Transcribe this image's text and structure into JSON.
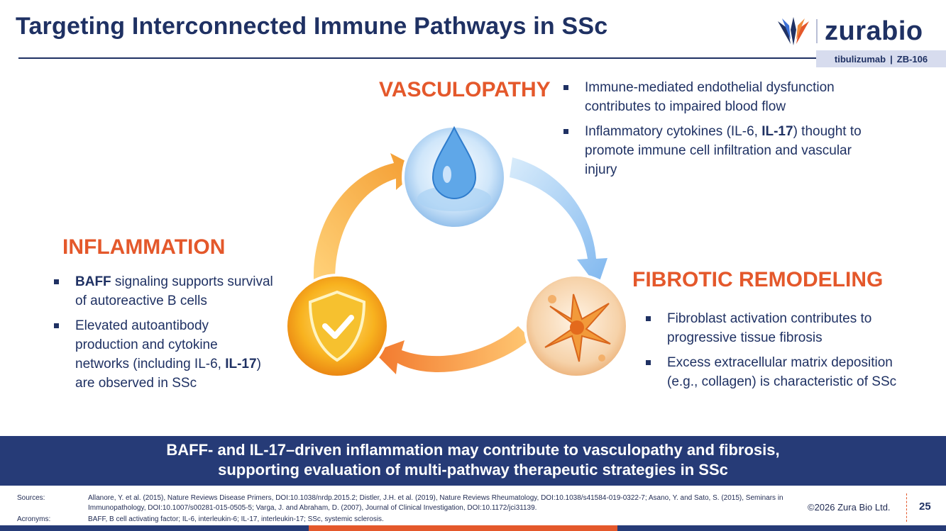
{
  "header": {
    "title": "Targeting Interconnected Immune Pathways in SSc",
    "logo_text": "zurabio",
    "product": "tibulizumab",
    "code_sep": "|",
    "code": "ZB-106"
  },
  "vasculopathy": {
    "heading": "VASCULOPATHY",
    "bullets": [
      {
        "text": "Immune-mediated endothelial dysfunction contributes to impaired blood flow"
      },
      {
        "pre": "Inflammatory cytokines (IL-6, ",
        "bold": "IL-17",
        "post": ") thought to promote immune cell infiltration and vascular injury"
      }
    ]
  },
  "inflammation": {
    "heading": "INFLAMMATION",
    "bullets": [
      {
        "bold": "BAFF",
        "post": " signaling supports survival of autoreactive B cells"
      },
      {
        "pre": "Elevated autoantibody production and cytokine networks (including IL-6, ",
        "bold": "IL-17",
        "post": ") are observed in SSc"
      }
    ]
  },
  "fibrotic": {
    "heading": "FIBROTIC REMODELING",
    "bullets": [
      {
        "text": "Fibroblast activation contributes to progressive tissue fibrosis"
      },
      {
        "text": "Excess extracellular matrix deposition (e.g., collagen) is characteristic of SSc"
      }
    ]
  },
  "banner": {
    "line1": "BAFF- and IL-17–driven inflammation may contribute to vasculopathy and fibrosis,",
    "line2": "supporting evaluation of multi-pathway therapeutic strategies in SSc"
  },
  "footer": {
    "sources_label": "Sources:",
    "sources_text": "Allanore, Y. et al. (2015), Nature Reviews Disease Primers, DOI:10.1038/nrdp.2015.2; Distler, J.H. et al. (2019), Nature Reviews Rheumatology, DOI:10.1038/s41584-019-0322-7; Asano, Y. and Sato, S. (2015), Seminars in Immunopathology, DOI:10.1007/s00281-015-0505-5; Varga, J. and Abraham, D. (2007), Journal of Clinical Investigation, DOI:10.1172/jci31139.",
    "acronyms_label": "Acronyms:",
    "acronyms_text": "BAFF, B cell activating factor; IL-6, interleukin-6; IL-17, interleukin-17; SSc, systemic sclerosis.",
    "copyright": "©2026 Zura Bio Ltd.",
    "page_number": "25"
  },
  "colors": {
    "navy": "#1f3163",
    "orange_heading": "#e4582b",
    "banner": "#263b77",
    "tag_bg": "#d7dcee"
  },
  "icons": [
    "water-drop-icon",
    "shield-check-icon",
    "fibroblast-cell-icon",
    "zurabio-logo-icon"
  ]
}
